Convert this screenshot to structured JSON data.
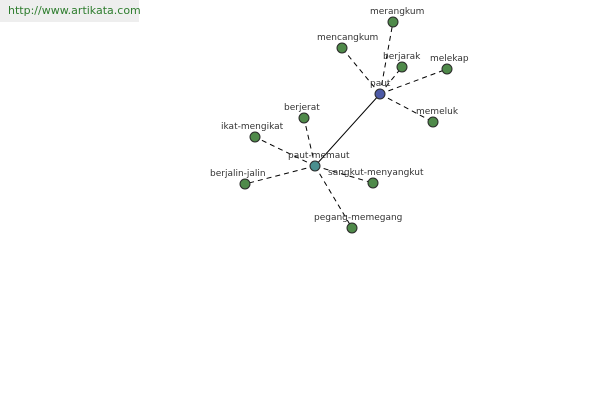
{
  "header": {
    "site_url": "http://www.artikata.com"
  },
  "colors": {
    "main_node": "#4d5aa6",
    "hub_node": "#4a8f8f",
    "leaf_node": "#4f8a4a"
  },
  "graph": {
    "main": {
      "id": "paut",
      "label": "paut"
    },
    "hub": {
      "id": "paut-memaut",
      "label": "paut-memaut"
    },
    "main_children": [
      {
        "id": "merangkum",
        "label": "merangkum"
      },
      {
        "id": "mencangkum",
        "label": "mencangkum"
      },
      {
        "id": "berjarak",
        "label": "berjarak"
      },
      {
        "id": "melekap",
        "label": "melekap"
      },
      {
        "id": "memeluk",
        "label": "memeluk"
      }
    ],
    "hub_children": [
      {
        "id": "berjerat",
        "label": "berjerat"
      },
      {
        "id": "ikat-mengikat",
        "label": "ikat-mengikat"
      },
      {
        "id": "berjalin-jalin",
        "label": "berjalin-jalin"
      },
      {
        "id": "sangkut-menyangkut",
        "label": "sangkut-menyangkut"
      },
      {
        "id": "pegang-memegang",
        "label": "pegang-memegang"
      }
    ]
  }
}
